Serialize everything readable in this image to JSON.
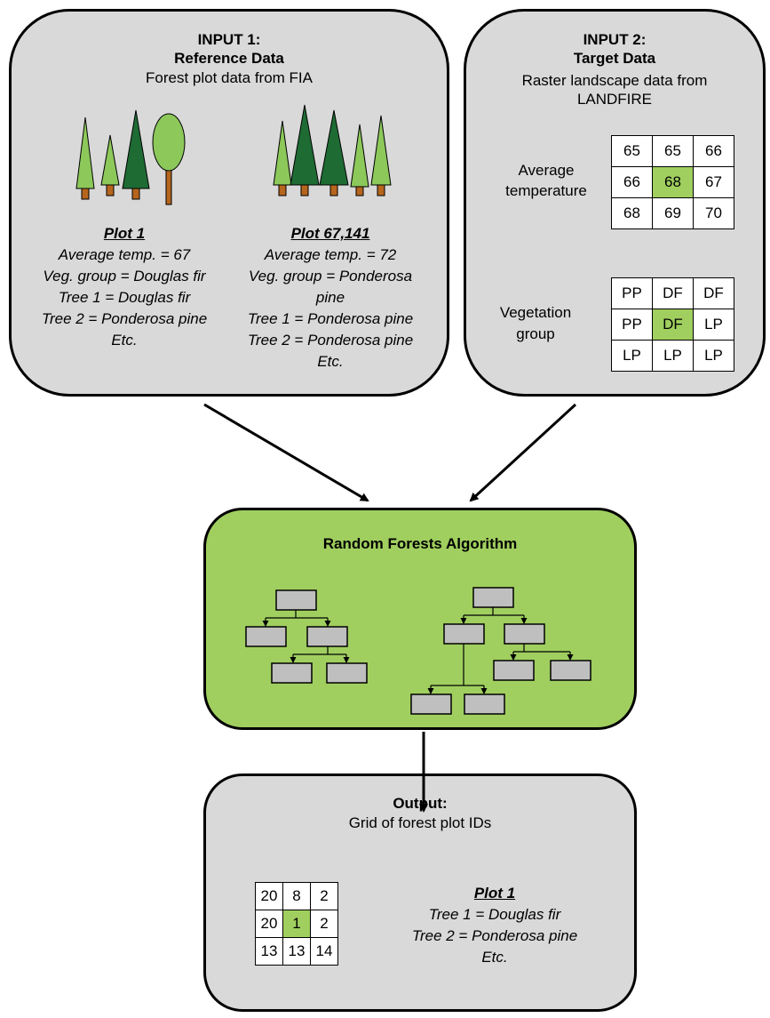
{
  "input1": {
    "title": "INPUT 1:",
    "subtitle": "Reference Data",
    "desc": "Forest plot data from FIA",
    "plots": [
      {
        "name": "Plot 1",
        "lines": [
          "Average temp. = 67",
          "Veg. group = Douglas fir",
          "Tree 1 = Douglas fir",
          "Tree 2 = Ponderosa pine",
          "Etc."
        ]
      },
      {
        "name": "Plot 67,141",
        "lines": [
          "Average temp. = 72",
          "Veg. group = Ponderosa",
          "pine",
          "Tree 1 = Ponderosa pine",
          "Tree 2 = Ponderosa pine",
          "Etc."
        ]
      }
    ]
  },
  "input2": {
    "title": "INPUT 2:",
    "subtitle": "Target Data",
    "desc_line1": "Raster landscape data from",
    "desc_line2": "LANDFIRE",
    "temperature": {
      "label_line1": "Average",
      "label_line2": "temperature",
      "grid": [
        [
          "65",
          "65",
          "66"
        ],
        [
          "66",
          "68",
          "67"
        ],
        [
          "68",
          "69",
          "70"
        ]
      ]
    },
    "vegetation": {
      "label_line1": "Vegetation",
      "label_line2": "group",
      "grid": [
        [
          "PP",
          "DF",
          "DF"
        ],
        [
          "PP",
          "DF",
          "LP"
        ],
        [
          "LP",
          "LP",
          "LP"
        ]
      ]
    }
  },
  "algorithm": {
    "title": "Random Forests Algorithm"
  },
  "output": {
    "title": "Output:",
    "desc": "Grid of forest plot IDs",
    "grid": [
      [
        "20",
        "8",
        "2"
      ],
      [
        "20",
        "1",
        "2"
      ],
      [
        "13",
        "13",
        "14"
      ]
    ],
    "plot_name": "Plot 1",
    "plot_lines": [
      "Tree 1 = Douglas fir",
      "Tree 2 = Ponderosa pine",
      "Etc."
    ]
  },
  "colors": {
    "box_gray": "#d9d9d9",
    "green": "#a0cf5f",
    "tree_dark": "#1e6b34",
    "tree_mid": "#4fa23a",
    "tree_light": "#8cc85a",
    "trunk": "#b5651d"
  }
}
